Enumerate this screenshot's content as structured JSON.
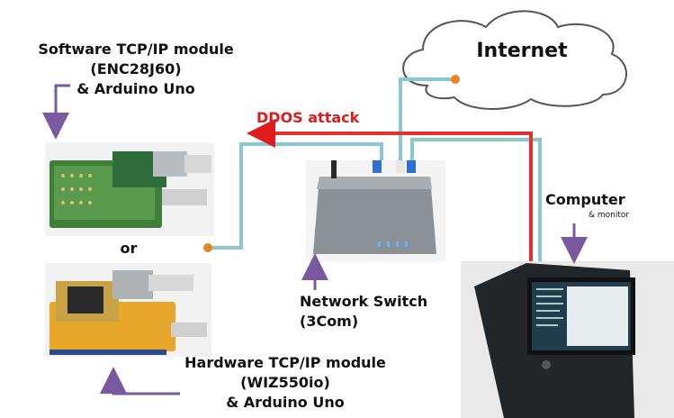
{
  "labels": {
    "software_module": [
      "Software TCP/IP module",
      "(ENC28J60)",
      "& Arduino Uno"
    ],
    "or": "or",
    "hardware_module": [
      "Hardware TCP/IP module",
      "(WIZ550io)",
      "& Arduino Uno"
    ],
    "switch": [
      "Network Switch",
      "(3Com)"
    ],
    "internet": "Internet",
    "computer": "Computer",
    "monitor": "& monitor",
    "attack": "DDOS attack"
  },
  "colors": {
    "cable": "#8cc7d0",
    "attack": "#e01b1b",
    "attack_line": "#e4312d",
    "endpoint": "#e8831f",
    "arrow": "#7a5a9e",
    "pcb_green": "#3f7f3a",
    "pcb_yellow": "#e6a72a",
    "switch_body": "#8c9196",
    "pc_case": "#222629"
  }
}
